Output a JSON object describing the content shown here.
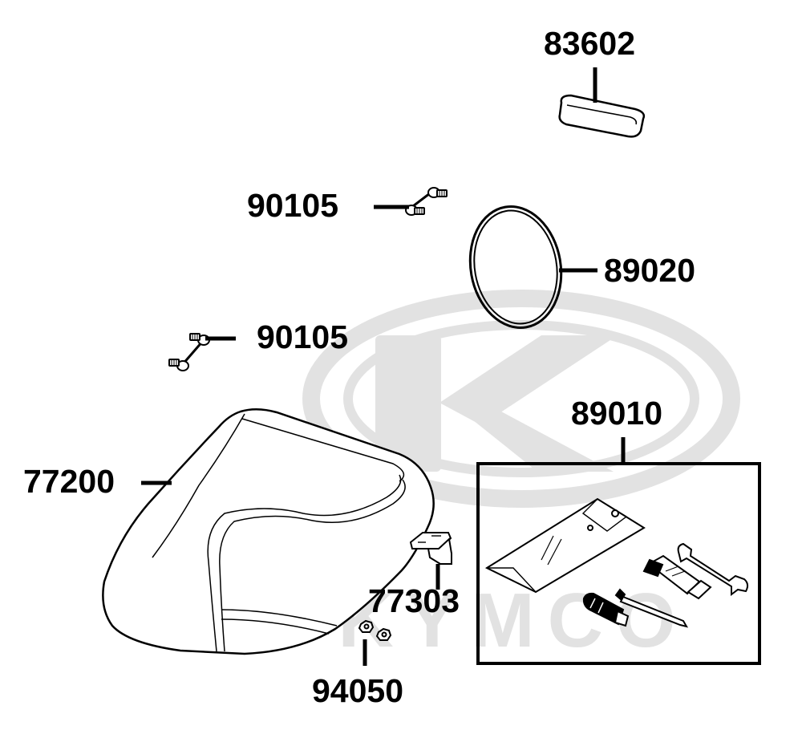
{
  "diagram": {
    "watermark": {
      "brand": "KYMCO"
    },
    "callouts": [
      {
        "id": "83602",
        "label": "83602"
      },
      {
        "id": "90105-upper",
        "label": "90105"
      },
      {
        "id": "89020",
        "label": "89020"
      },
      {
        "id": "90105-lower",
        "label": "90105"
      },
      {
        "id": "89010",
        "label": "89010"
      },
      {
        "id": "77200",
        "label": "77200"
      },
      {
        "id": "77303",
        "label": "77303"
      },
      {
        "id": "94050",
        "label": "94050"
      }
    ]
  },
  "colors": {
    "ink": "#000000",
    "watermark": "#e2e2e2"
  }
}
